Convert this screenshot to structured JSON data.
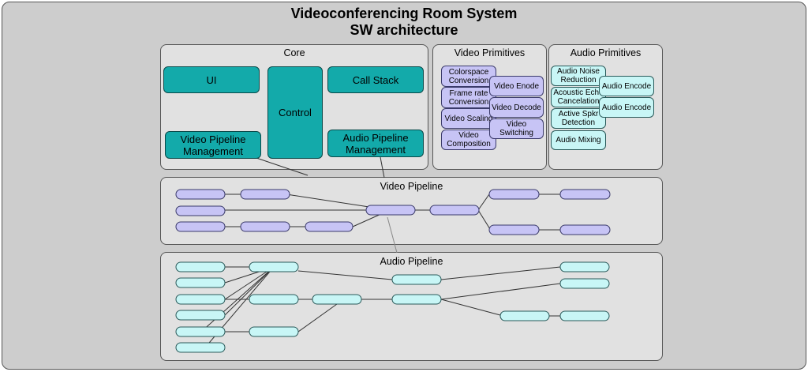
{
  "title": {
    "line1": "Videoconferencing Room System",
    "line2": "SW architecture"
  },
  "core": {
    "title": "Core",
    "ui": "UI",
    "control": "Control",
    "call_stack": "Call Stack",
    "video_mgmt": [
      "Video Pipeline",
      "Management"
    ],
    "audio_mgmt": [
      "Audio Pipeline",
      "Management"
    ]
  },
  "video_primitives": {
    "title": "Video Primitives",
    "colorspace": [
      "Colorspace",
      "Conversion"
    ],
    "framerate": [
      "Frame rate",
      "Conversion"
    ],
    "scaling": "Video Scaling",
    "composition": [
      "Video",
      "Composition"
    ],
    "encode": "Video Enode",
    "decode": "Video Decode",
    "switching": [
      "Video",
      "Switching"
    ]
  },
  "audio_primitives": {
    "title": "Audio Primitives",
    "noise": [
      "Audio Noise",
      "Reduction"
    ],
    "echo": [
      "Acoustic Echo",
      "Cancelation"
    ],
    "spkr": [
      "Active Spkr",
      "Detection"
    ],
    "mixing": "Audio Mixing",
    "encode1": "Audio Encode",
    "encode2": "Audio Encode"
  },
  "video_pipeline": {
    "title": "Video Pipeline"
  },
  "audio_pipeline": {
    "title": "Audio Pipeline"
  },
  "colors": {
    "teal": "#13aaaa",
    "video": "#c7c4f5",
    "audio": "#c8f6f6",
    "panel": "#e1e1e1",
    "background": "#cdcdcd"
  }
}
